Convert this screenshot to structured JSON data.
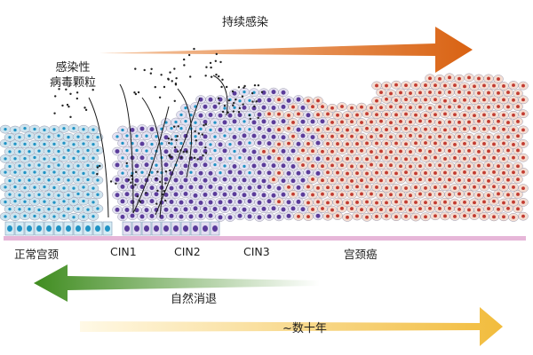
{
  "arrows": {
    "top": {
      "label": "持续感染",
      "gradient_from": "#f6c9a6",
      "gradient_to": "#d96212"
    },
    "middle": {
      "label": "自然消退",
      "gradient_from": "#3f8c1f",
      "gradient_to": "#ffffff"
    },
    "bottom": {
      "label": "~数十年",
      "gradient_from": "#fff9e6",
      "gradient_to": "#f2bc3c"
    }
  },
  "particle_label": {
    "line1": "感染性",
    "line2": "病毒颗粒"
  },
  "stages": [
    {
      "label": "正常宫颈"
    },
    {
      "label": "CIN1"
    },
    {
      "label": "CIN2"
    },
    {
      "label": "CIN3"
    },
    {
      "label": "宫颈癌"
    }
  ],
  "colors": {
    "normal_cell": "#cfe4ee",
    "normal_nucleus": "#1f92c4",
    "infected_nucleus": "#5b3c9a",
    "cancer_cell": "#f4ddd2",
    "cancer_nucleus": "#c23b30",
    "basement_membrane": "#e6b6d8",
    "virus_dot": "#222222"
  }
}
